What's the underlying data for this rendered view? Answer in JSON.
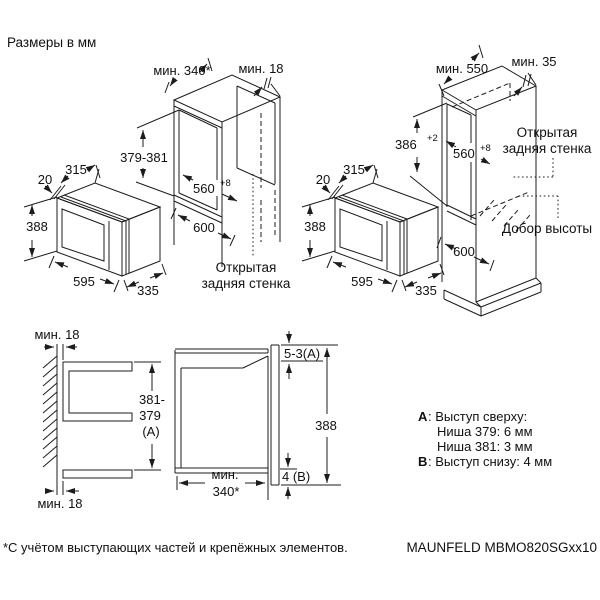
{
  "title": "Размеры в мм",
  "mw": {
    "door_thickness": "20",
    "body_depth": "315",
    "height": "388",
    "width": "595",
    "depth_total": "335"
  },
  "niche": {
    "top_depth": "мин. 340*",
    "side_gap": "мин. 18",
    "inner_height": "379-381",
    "inner_width": "560",
    "inner_width_tol": "+8",
    "outer_width": "600",
    "open_back_line1": "Открытая",
    "open_back_line2": "задняя стенка"
  },
  "column": {
    "min_depth": "мин. 550",
    "top_gap": "мин. 35",
    "inner_height": "386",
    "inner_height_tol": "+2",
    "inner_width": "560",
    "inner_width_tol": "+8",
    "outer_width": "600",
    "open_back_line1": "Открытая",
    "open_back_line2": "задняя стенка",
    "spacer": "Добор высоты"
  },
  "section": {
    "gap_top": "мин. 18",
    "gap_bottom": "мин. 18",
    "niche_height_line1": "381-",
    "niche_height_line2": "379",
    "niche_height_line3": "(A)",
    "top_protrusion": "5-3(A)",
    "door_height": "388",
    "bottom_protrusion": "4 (B)",
    "depth_line1": "мин.",
    "depth_line2": "340*"
  },
  "notes": {
    "a_label": "A",
    "a_text": ": Выступ сверху:",
    "a_row1": "Ниша 379: 6 мм",
    "a_row2": "Ниша 381: 3 мм",
    "b_label": "B",
    "b_text": ": Выступ снизу: 4 мм"
  },
  "footer": {
    "note": "*С учётом выступающих частей и крепёжных элементов.",
    "model": "MAUNFELD MBMO820SGxx10"
  }
}
